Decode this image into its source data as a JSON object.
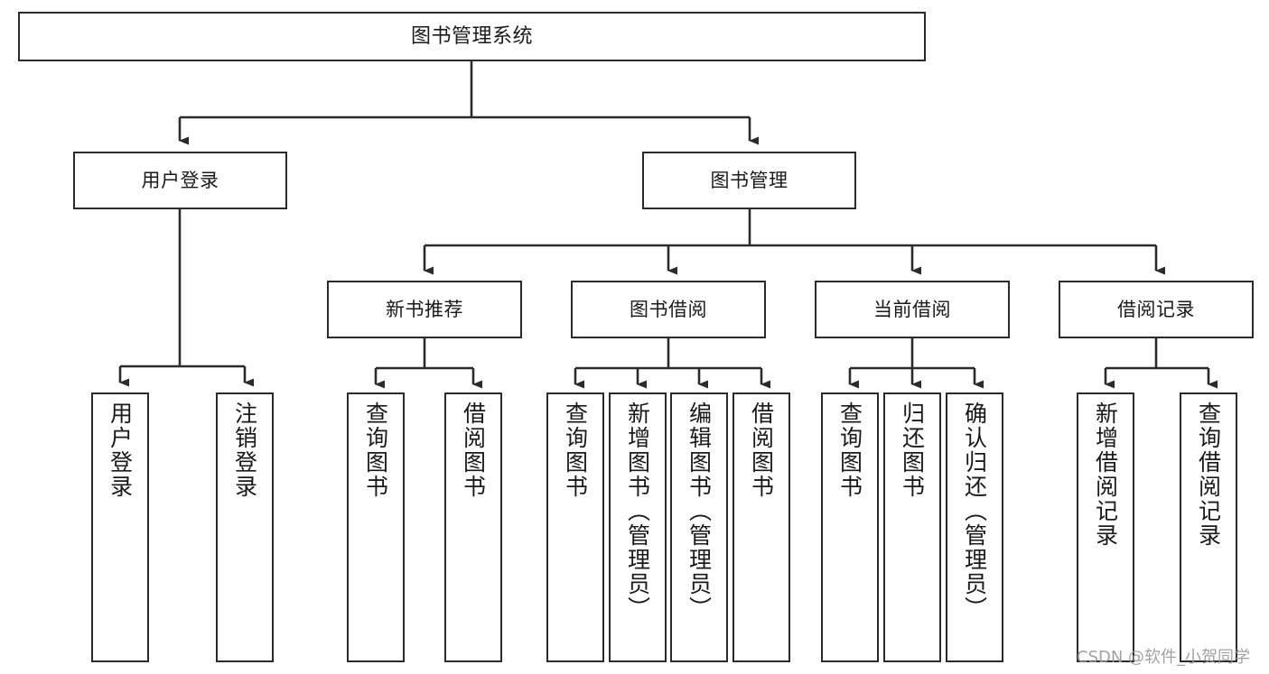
{
  "diagram": {
    "title": "图书管理系统",
    "type": "tree-hierarchy-chart",
    "watermark": "CSDN @软件_小贺同学",
    "colors": {
      "border": "#2b2b2b",
      "fill": "#ffffff",
      "text": "#1a1a1a",
      "watermark": "#9a9a9a"
    },
    "levels": {
      "root": {
        "label": "图书管理系统"
      },
      "level2": [
        {
          "id": "user-login",
          "label": "用户登录"
        },
        {
          "id": "book-manage",
          "label": "图书管理"
        }
      ],
      "level3": [
        {
          "id": "new-book-rec",
          "label": "新书推荐"
        },
        {
          "id": "book-borrow",
          "label": "图书借阅"
        },
        {
          "id": "current-borrow",
          "label": "当前借阅"
        },
        {
          "id": "borrow-record",
          "label": "借阅记录"
        }
      ],
      "leaves": [
        {
          "id": "leaf-user-login",
          "label": "用户登录",
          "parent": "user-login"
        },
        {
          "id": "leaf-logout",
          "label": "注销登录",
          "parent": "user-login"
        },
        {
          "id": "leaf-query-book-1",
          "label": "查询图书",
          "parent": "new-book-rec"
        },
        {
          "id": "leaf-borrow-book-1",
          "label": "借阅图书",
          "parent": "new-book-rec"
        },
        {
          "id": "leaf-query-book-2",
          "label": "查询图书",
          "parent": "book-borrow"
        },
        {
          "id": "leaf-add-book",
          "label": "新增图书（管理员）",
          "parent": "book-borrow"
        },
        {
          "id": "leaf-edit-book",
          "label": "编辑图书（管理员）",
          "parent": "book-borrow"
        },
        {
          "id": "leaf-borrow-book-2",
          "label": "借阅图书",
          "parent": "book-borrow"
        },
        {
          "id": "leaf-query-book-3",
          "label": "查询图书",
          "parent": "current-borrow"
        },
        {
          "id": "leaf-return-book",
          "label": "归还图书",
          "parent": "current-borrow"
        },
        {
          "id": "leaf-confirm-return",
          "label": "确认归还（管理员）",
          "parent": "current-borrow"
        },
        {
          "id": "leaf-add-record",
          "label": "新增借阅记录",
          "parent": "borrow-record"
        },
        {
          "id": "leaf-query-record",
          "label": "查询借阅记录",
          "parent": "borrow-record"
        }
      ]
    }
  }
}
